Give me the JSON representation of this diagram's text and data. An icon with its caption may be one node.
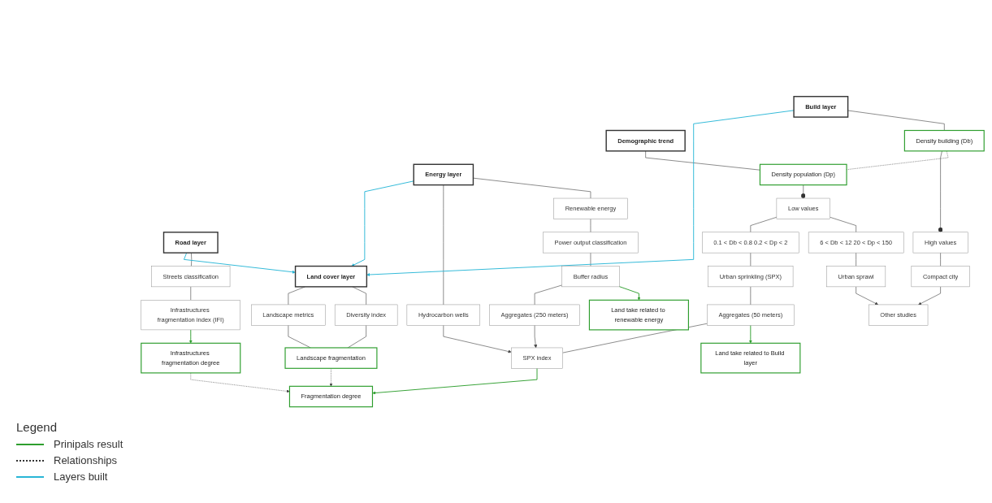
{
  "diagram": {
    "nodes": [
      {
        "text": [
          "Build layer"
        ]
      },
      {
        "text": [
          "Demographic trend"
        ]
      },
      {
        "text": [
          "Energy layer"
        ]
      },
      {
        "text": [
          "Road layer"
        ]
      },
      {
        "text": [
          "Density building (Db)"
        ]
      },
      {
        "text": [
          "Density population (Dp)"
        ]
      },
      {
        "text": [
          "Renewable energy"
        ]
      },
      {
        "text": [
          "Hydrocarbon wells"
        ]
      },
      {
        "text": [
          "Streets classification"
        ]
      },
      {
        "text": [
          "Power output classification"
        ]
      },
      {
        "text": [
          "Land take related to renewable energy"
        ]
      },
      {
        "text": [
          "Buffer radius"
        ]
      },
      {
        "text": [
          "Aggregates (250 meters)"
        ]
      },
      {
        "text": [
          "Infrastructures fragmentation index (IFI)"
        ]
      },
      {
        "text": [
          "Infrastructures fragmentation degree"
        ]
      },
      {
        "text": [
          "High values"
        ]
      },
      {
        "text": [
          "Low values"
        ]
      },
      {
        "text": [
          "Compact city"
        ]
      },
      {
        "text": [
          "Other studies"
        ]
      },
      {
        "text": [
          "6 < Db < 12 20 < Dp < 150"
        ]
      },
      {
        "text": [
          "0.1 < Db < 0.8 0.2 < Dp < 2"
        ]
      },
      {
        "text": [
          "Land cover layer"
        ]
      },
      {
        "text": [
          "Diversity index"
        ]
      },
      {
        "text": [
          "Landscape metrics"
        ]
      },
      {
        "text": [
          "Urban sprawl"
        ]
      },
      {
        "text": [
          "Urban sprinkling (SPX)"
        ]
      },
      {
        "text": [
          "Aggregates (50 meters)"
        ]
      },
      {
        "text": [
          "Land take related to Build layer"
        ]
      },
      {
        "text": [
          "Landscape fragmentation"
        ]
      },
      {
        "text": [
          "SPX index"
        ]
      },
      {
        "text": [
          "Fragmentation degree"
        ]
      }
    ],
    "edges": [
      {
        "from": 0,
        "to": 4,
        "arrow": "none"
      },
      {
        "from": 1,
        "to": 5,
        "arrow": "none"
      },
      {
        "from": 4,
        "to": 5,
        "arrow": "none",
        "style": "dashed"
      },
      {
        "from": 4,
        "to": 15,
        "arrow": "other"
      },
      {
        "from": 5,
        "to": 16,
        "arrow": "other"
      },
      {
        "from": 15,
        "to": 17,
        "arrow": "none"
      },
      {
        "from": 17,
        "to": 18,
        "arrow": "to"
      },
      {
        "from": 16,
        "to": 19,
        "arrow": "none"
      },
      {
        "from": 16,
        "to": 20,
        "arrow": "none"
      },
      {
        "from": 19,
        "to": 24,
        "arrow": "none"
      },
      {
        "from": 20,
        "to": 25,
        "arrow": "none"
      },
      {
        "from": 24,
        "to": 18,
        "arrow": "to"
      },
      {
        "from": 25,
        "to": 26,
        "arrow": "none"
      },
      {
        "from": 26,
        "to": 27,
        "arrow": "to",
        "color": "#2e9e2e"
      },
      {
        "from": 26,
        "to": 29,
        "arrow": "none"
      },
      {
        "from": 29,
        "to": 30,
        "arrow": "to",
        "color": "#2e9e2e"
      },
      {
        "from": 2,
        "to": 6,
        "arrow": "none"
      },
      {
        "from": 2,
        "to": 7,
        "arrow": "none"
      },
      {
        "from": 6,
        "to": 9,
        "arrow": "none"
      },
      {
        "from": 9,
        "to": 11,
        "arrow": "none"
      },
      {
        "from": 11,
        "to": 10,
        "arrow": "to",
        "color": "#2e9e2e"
      },
      {
        "from": 11,
        "to": 12,
        "arrow": "none"
      },
      {
        "from": 12,
        "to": 29,
        "arrow": "to"
      },
      {
        "from": 7,
        "to": 29,
        "arrow": "to"
      },
      {
        "from": 3,
        "to": 8,
        "arrow": "none"
      },
      {
        "from": 8,
        "to": 13,
        "arrow": "none"
      },
      {
        "from": 13,
        "to": 14,
        "arrow": "to",
        "color": "#2e9e2e"
      },
      {
        "from": 14,
        "to": 30,
        "arrow": "to",
        "style": "dashed"
      },
      {
        "from": 21,
        "to": 22,
        "arrow": "none"
      },
      {
        "from": 21,
        "to": 23,
        "arrow": "none"
      },
      {
        "from": 22,
        "to": 28,
        "arrow": "none"
      },
      {
        "from": 23,
        "to": 28,
        "arrow": "none"
      },
      {
        "from": 28,
        "to": 30,
        "arrow": "to",
        "style": "dashed"
      },
      {
        "from": 0,
        "to": 21,
        "arrow": "to",
        "color": "#29b6d6"
      },
      {
        "from": 2,
        "to": 21,
        "arrow": "to",
        "color": "#29b6d6"
      },
      {
        "from": 3,
        "to": 21,
        "arrow": "to",
        "color": "#29b6d6"
      }
    ],
    "legend": [
      {
        "text": "Legend"
      },
      {
        "text": "Prinipals result"
      },
      {
        "text": "Relationships"
      },
      {
        "text": "Layers built"
      }
    ]
  }
}
